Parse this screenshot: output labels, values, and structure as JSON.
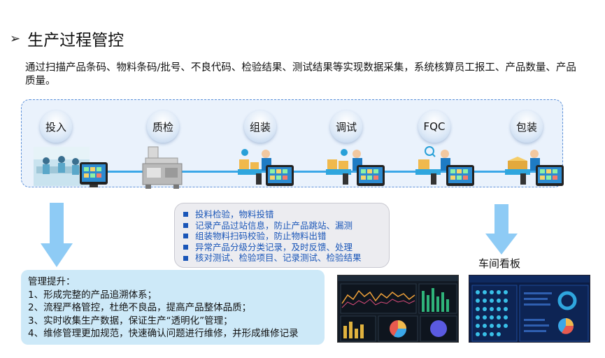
{
  "title": "生产过程管控",
  "intro": "通过扫描产品条码、物料条码/批号、不良代码、检验结果、测试结果等实现数据采集，系统核算员工报工、产品数量、产品质量。",
  "process_nodes": [
    "投入",
    "质检",
    "组装",
    "调试",
    "FQC",
    "包装"
  ],
  "checks": [
    "投料检验，物料投错",
    "记录产品过站信息，防止产品跳站、漏测",
    "组装物料扫码校验，防止物料出错",
    "异常产品分级分类记录，及时反馈、处理",
    "核对测试、检验项目、记录测试、检验结果"
  ],
  "management": {
    "heading": "管理提升：",
    "items": [
      "1、形成完整的产品追溯体系；",
      "2、流程严格管控，杜绝不良品，提高产品整体品质；",
      "3、实时收集生产数据，保证生产“透明化”管理；",
      "4、维修管理更加规范，快速确认问题进行维修，并形成维修记录"
    ]
  },
  "kanban_label": "车间看板",
  "colors": {
    "flow_line": "#3ba7e8",
    "bullet_text": "#1a56b8",
    "mgmt_bg": "#cde9f8",
    "arrow": "#8ecbf5"
  }
}
